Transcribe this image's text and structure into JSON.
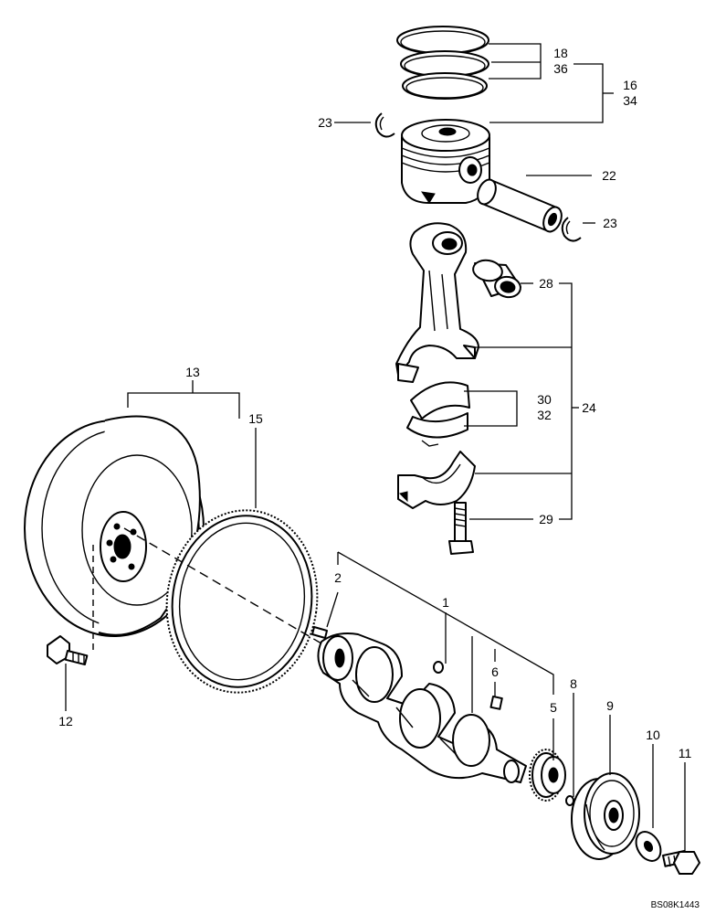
{
  "callouts": {
    "c1": "1",
    "c2": "2",
    "c5": "5",
    "c6": "6",
    "c8": "8",
    "c9": "9",
    "c10": "10",
    "c11": "11",
    "c12": "12",
    "c13": "13",
    "c15": "15",
    "c16": "16",
    "c18": "18",
    "c22": "22",
    "c23a": "23",
    "c23b": "23",
    "c24": "24",
    "c28": "28",
    "c29": "29",
    "c30": "30",
    "c32": "32",
    "c34": "34",
    "c36": "36"
  },
  "figure_code": "BS08K1443"
}
